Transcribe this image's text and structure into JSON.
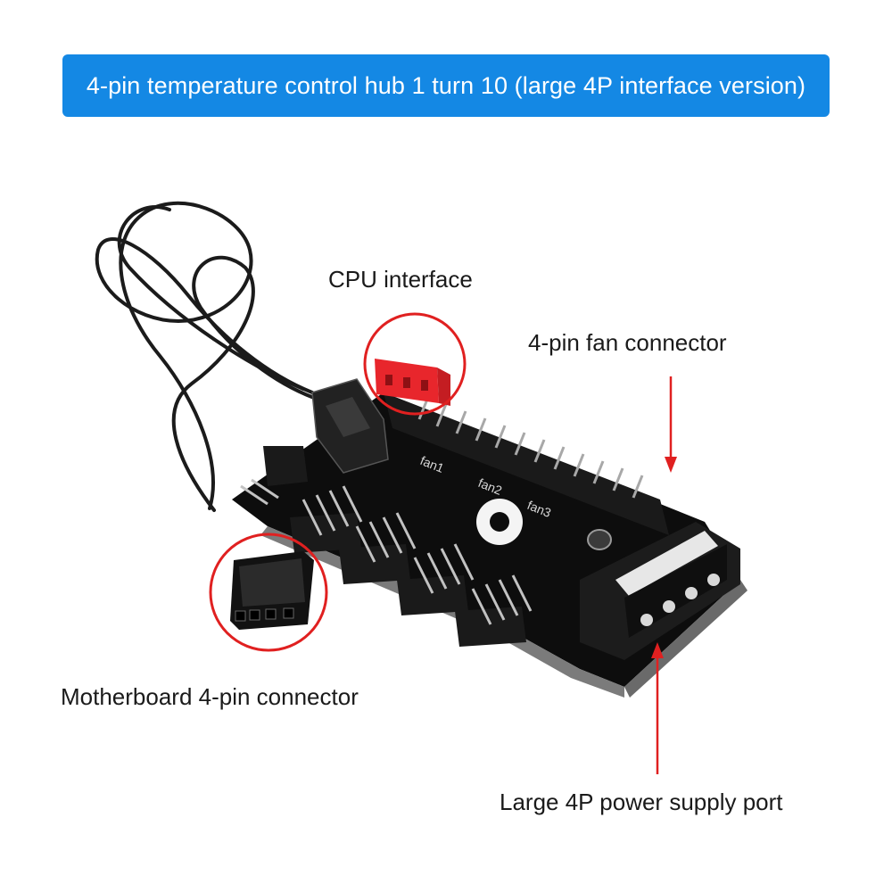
{
  "header": {
    "title": "4-pin temperature control hub 1 turn 10 (large 4P interface version)"
  },
  "callouts": {
    "cpu_interface": "CPU interface",
    "fan_connector": "4-pin fan connector",
    "motherboard_connector": "Motherboard 4-pin connector",
    "power_port": "Large 4P power supply port"
  },
  "pcb_silkscreen": [
    "fan1",
    "fan2",
    "fan3"
  ],
  "colors": {
    "banner": "#1488e4",
    "highlight_circle": "#e02020",
    "cpu_connector": "#e8262c",
    "pcb": "#111111"
  }
}
